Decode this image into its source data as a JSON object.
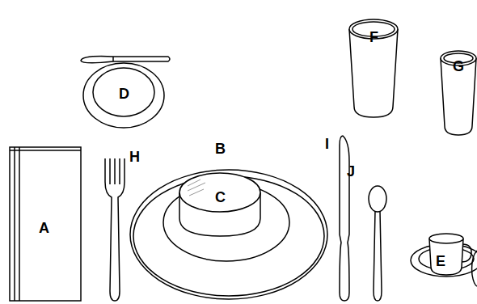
{
  "diagram": {
    "labels": [
      "F",
      "G",
      "D",
      "B",
      "H",
      "I",
      "J",
      "C",
      "A",
      "E"
    ]
  }
}
